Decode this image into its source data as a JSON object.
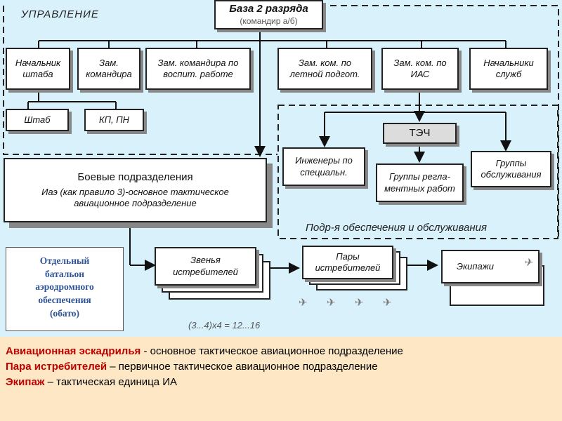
{
  "upravlenie_label": "УПРАВЛЕНИЕ",
  "base": {
    "title": "База 2 разряда",
    "subtitle": "(командир а/б)"
  },
  "staff_row": [
    {
      "id": "chief-of-staff",
      "label": "Начальник\nштаба"
    },
    {
      "id": "deputy-commander",
      "label": "Зам.\nкомандира"
    },
    {
      "id": "deputy-education",
      "label": "Зам. командира по\nвоспит. работе"
    },
    {
      "id": "deputy-flight",
      "label": "Зам. ком. по\nлетной подгот."
    },
    {
      "id": "deputy-ias",
      "label": "Зам. ком. по\nИАС"
    },
    {
      "id": "service-chiefs",
      "label": "Начальники\nслужб"
    }
  ],
  "sub_row": [
    {
      "id": "hq",
      "label": "Штаб"
    },
    {
      "id": "kp-pn",
      "label": "КП, ПН"
    }
  ],
  "combat": {
    "title": "Боевые подразделения",
    "desc": "Иаэ (как правило 3)-основное тактическое\nавиационное подразделение"
  },
  "tech": {
    "title": "ТЭЧ"
  },
  "support": [
    {
      "id": "engineers",
      "label": "Инженеры по\nспециальн."
    },
    {
      "id": "regulation-groups",
      "label": "Группы регла-\nментных работ"
    },
    {
      "id": "service-groups",
      "label": "Группы\nобслуживания"
    }
  ],
  "support_label": "Подр-я обеспечения и обслуживания",
  "obato": "Отдельный\nбатальон\nаэродромного\nобеспечения\n(обато)",
  "units": [
    {
      "id": "flights",
      "label": "Звенья\nистребителей"
    },
    {
      "id": "pairs",
      "label": "Пары\nистребителей"
    },
    {
      "id": "crews",
      "label": "Экипажи"
    }
  ],
  "formula": "(3...4)х4 = 12...16",
  "footer": {
    "line1_term": "Авиационная эскадрилья",
    "line1_rest": " - основное тактическое авиационное подразделение",
    "line2_term": "Пара истребителей",
    "line2_rest": " – первичное тактическое авиационное подразделение",
    "line3_term": "Экипаж",
    "line3_rest": " – тактическая единица ИА"
  }
}
